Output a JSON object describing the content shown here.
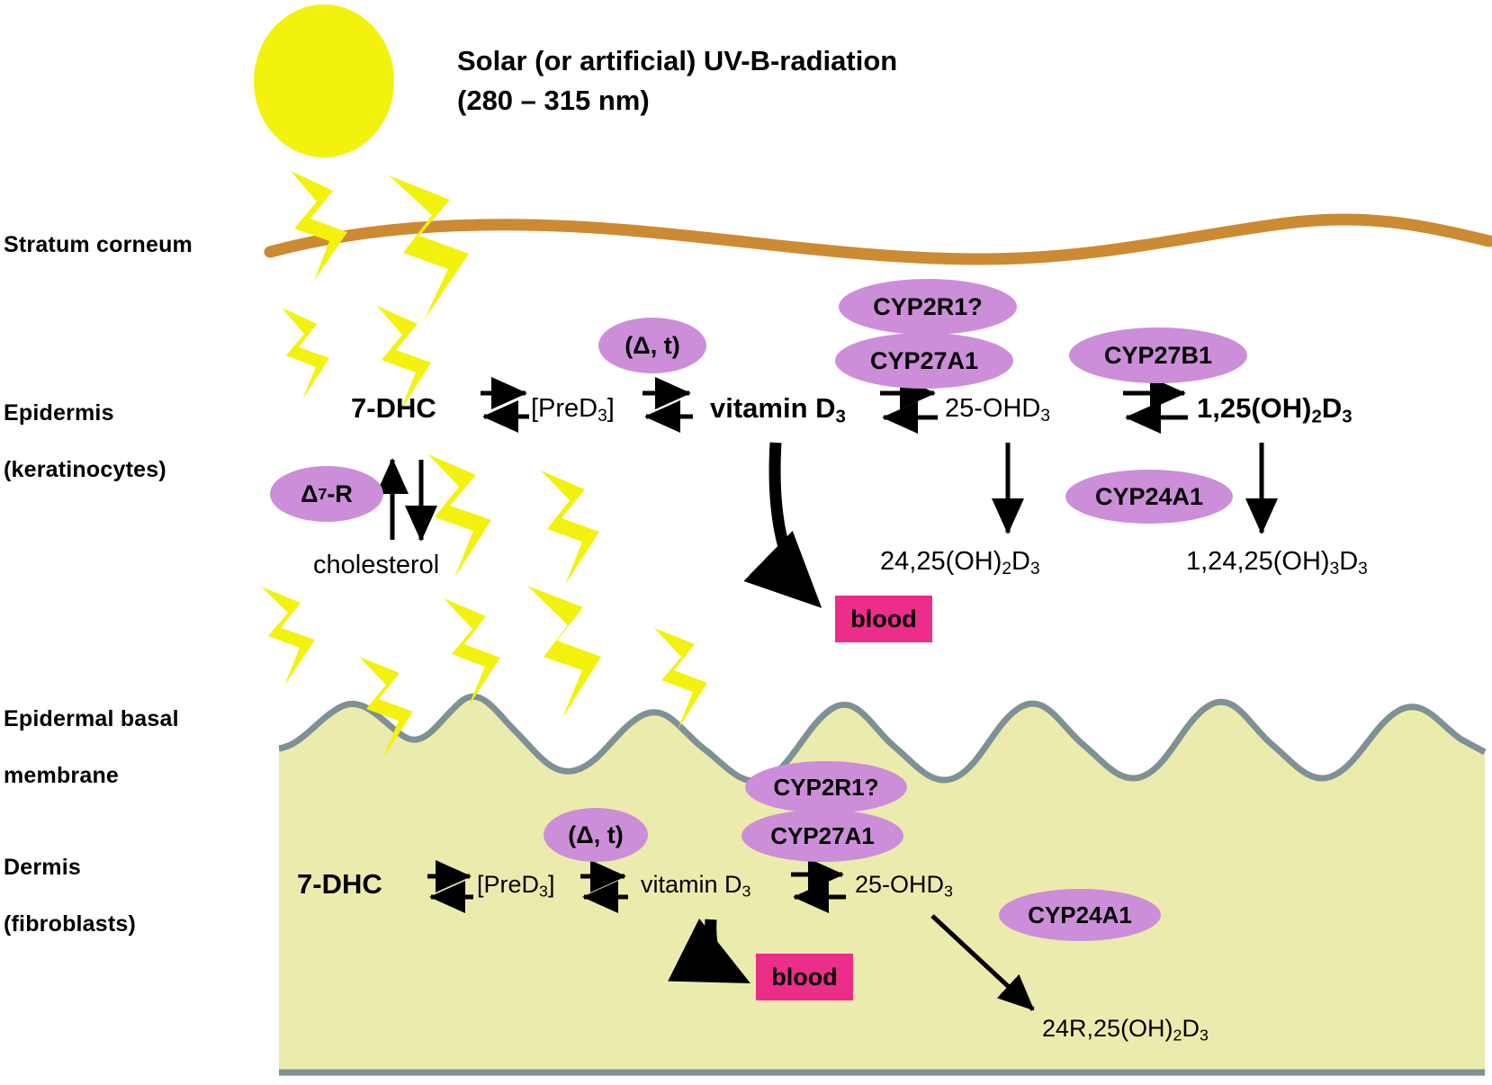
{
  "figure": {
    "title_line1": "Solar (or artificial) UV-B-radiation",
    "title_line2": "(280 – 315 nm)",
    "sun_icon": "sun-icon",
    "ray_icon": "lightning-bolt-icon"
  },
  "colors": {
    "sun": "#f2f20d",
    "ray": "#f2f20d",
    "stratum_corneum_line": "#cc8a33",
    "basal_membrane_line": "#7e9195",
    "dermis_fill": "#ecebae",
    "enzyme_ellipse": "#cc8ed8",
    "blood_box": "#ec2d8a",
    "text": "#000000",
    "background": "#ffffff"
  },
  "tier_labels": [
    {
      "id": "stratum-corneum",
      "text": "Stratum corneum"
    },
    {
      "id": "epidermis",
      "text": "Epidermis"
    },
    {
      "id": "epidermis-sub",
      "text": "(keratinocytes)"
    },
    {
      "id": "epidermal-basal",
      "text": "Epidermal basal"
    },
    {
      "id": "epidermal-basal-sub",
      "text": "membrane"
    },
    {
      "id": "dermis",
      "text": "Dermis"
    },
    {
      "id": "dermis-sub",
      "text": "(fibroblasts)"
    }
  ],
  "epidermis": {
    "metabolites": {
      "dhc": "7-DHC",
      "pred3_pre": "[PreD",
      "pred3_sub": "3",
      "pred3_post": "]",
      "vitd3_pre": "vitamin D",
      "vitd3_sub": "3",
      "ohd25_pre": "25-OHD",
      "ohd25_sub": "3",
      "dihydroxy_pre": "1,25(OH)",
      "dihydroxy_sub1": "2",
      "dihydroxy_mid": "D",
      "dihydroxy_sub2": "3",
      "cholesterol": "cholesterol",
      "prod_2425_pre": "24,25(OH)",
      "prod_2425_sub1": "2",
      "prod_2425_mid": "D",
      "prod_2425_sub2": "3",
      "prod_12425_pre": "1,24,25(OH)",
      "prod_12425_sub1": "3",
      "prod_12425_mid": "D",
      "prod_12425_sub2": "3"
    },
    "enzymes": [
      {
        "id": "delta-t-epidermis",
        "label": "(Δ, t)"
      },
      {
        "id": "cyp2r1-epidermis",
        "label": "CYP2R1?"
      },
      {
        "id": "cyp27a1-epidermis",
        "label": "CYP27A1"
      },
      {
        "id": "cyp27b1-epidermis",
        "label": "CYP27B1"
      },
      {
        "id": "cyp24a1-epidermis",
        "label": "CYP24A1"
      },
      {
        "id": "delta7r-epidermis",
        "label_pre": "Δ",
        "label_sup": "7",
        "label_post": "-R"
      }
    ],
    "blood_label": "blood"
  },
  "dermis": {
    "metabolites": {
      "dhc": "7-DHC",
      "pred3_pre": "[PreD",
      "pred3_sub": "3",
      "pred3_post": "]",
      "vitd3_pre": "vitamin D",
      "vitd3_sub": "3",
      "ohd25_pre": "25-OHD",
      "ohd25_sub": "3",
      "prod_24r_pre": "24R,25(OH)",
      "prod_24r_sub1": "2",
      "prod_24r_mid": "D",
      "prod_24r_sub2": "3"
    },
    "enzymes": [
      {
        "id": "delta-t-dermis",
        "label": "(Δ, t)"
      },
      {
        "id": "cyp2r1-dermis",
        "label": "CYP2R1?"
      },
      {
        "id": "cyp27a1-dermis",
        "label": "CYP27A1"
      },
      {
        "id": "cyp24a1-dermis",
        "label": "CYP24A1"
      }
    ],
    "blood_label": "blood"
  }
}
